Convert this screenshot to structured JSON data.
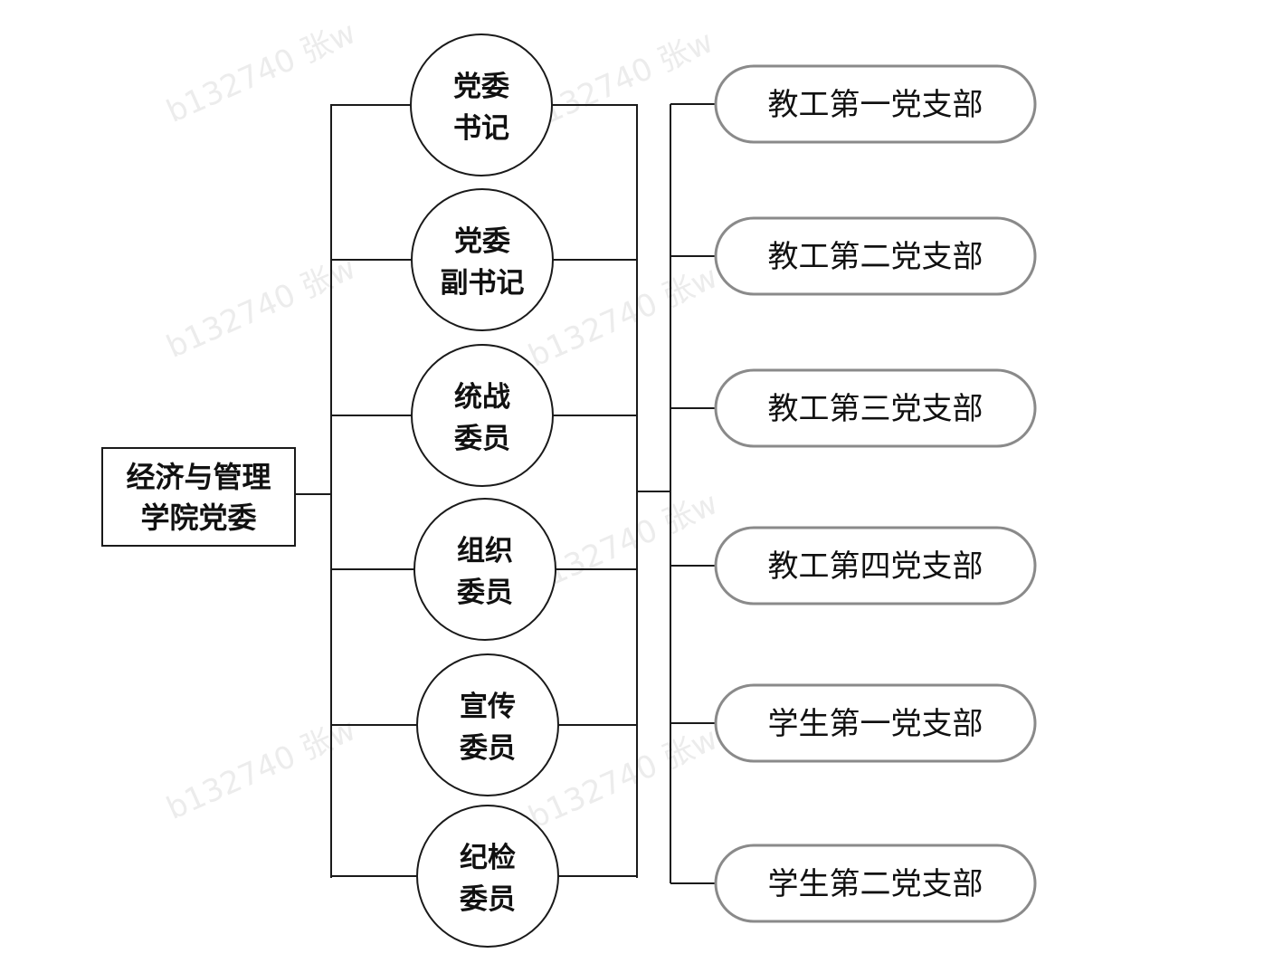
{
  "root": {
    "lines": [
      "经济与管理",
      "学院党委"
    ]
  },
  "committee": [
    {
      "lines": [
        "党委",
        "书记"
      ]
    },
    {
      "lines": [
        "党委",
        "副书记"
      ]
    },
    {
      "lines": [
        "统战",
        "委员"
      ]
    },
    {
      "lines": [
        "组织",
        "委员"
      ]
    },
    {
      "lines": [
        "宣传",
        "委员"
      ]
    },
    {
      "lines": [
        "纪检",
        "委员"
      ]
    }
  ],
  "branches": [
    {
      "label": "教工第一党支部"
    },
    {
      "label": "教工第二党支部"
    },
    {
      "label": "教工第三党支部"
    },
    {
      "label": "教工第四党支部"
    },
    {
      "label": "学生第一党支部"
    },
    {
      "label": "学生第二党支部"
    }
  ],
  "watermark": "b132740 张w",
  "colors": {
    "line": "#1a1a1a",
    "branch_border": "#8a8a8a",
    "watermark": "#ececec"
  }
}
